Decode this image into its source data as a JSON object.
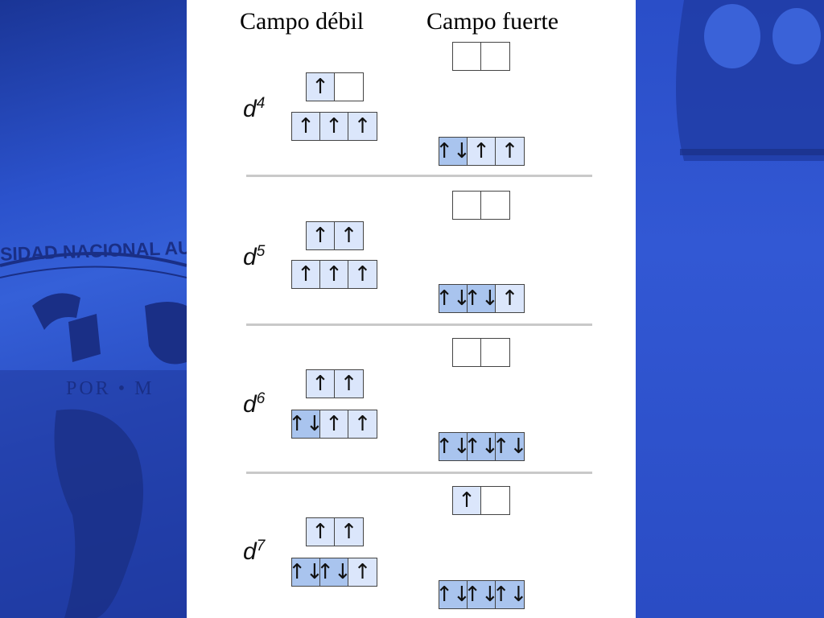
{
  "headers": {
    "weak": "Campo débil",
    "strong": "Campo fuerte"
  },
  "background": {
    "seal_text": "SIDAD NACIONAL AUTÓ",
    "seal_motto": "POR • M",
    "colors": {
      "primary_blue": "#2a4fc8",
      "dark_blue": "#1a2f86"
    }
  },
  "arrow_up": "↑",
  "arrow_pair": "↑↓",
  "diagram_rows": [
    {
      "label_base": "d",
      "label_sup": "4",
      "weak": {
        "upper": [
          "↑",
          ""
        ],
        "lower": [
          "↑",
          "↑",
          "↑"
        ]
      },
      "strong": {
        "upper": [
          "",
          ""
        ],
        "lower": [
          "↑↓",
          "↑",
          "↑"
        ]
      }
    },
    {
      "label_base": "d",
      "label_sup": "5",
      "weak": {
        "upper": [
          "↑",
          "↑"
        ],
        "lower": [
          "↑",
          "↑",
          "↑"
        ]
      },
      "strong": {
        "upper": [
          "",
          ""
        ],
        "lower": [
          "↑↓",
          "↑↓",
          "↑"
        ]
      }
    },
    {
      "label_base": "d",
      "label_sup": "6",
      "weak": {
        "upper": [
          "↑",
          "↑"
        ],
        "lower": [
          "↑↓",
          "↑",
          "↑"
        ]
      },
      "strong": {
        "upper": [
          "",
          ""
        ],
        "lower": [
          "↑↓",
          "↑↓",
          "↑↓"
        ]
      }
    },
    {
      "label_base": "d",
      "label_sup": "7",
      "weak": {
        "upper": [
          "↑",
          "↑"
        ],
        "lower": [
          "↑↓",
          "↑↓",
          "↑"
        ]
      },
      "strong": {
        "upper": [
          "↑",
          ""
        ],
        "lower": [
          "↑↓",
          "↑↓",
          "↑↓"
        ]
      }
    }
  ]
}
